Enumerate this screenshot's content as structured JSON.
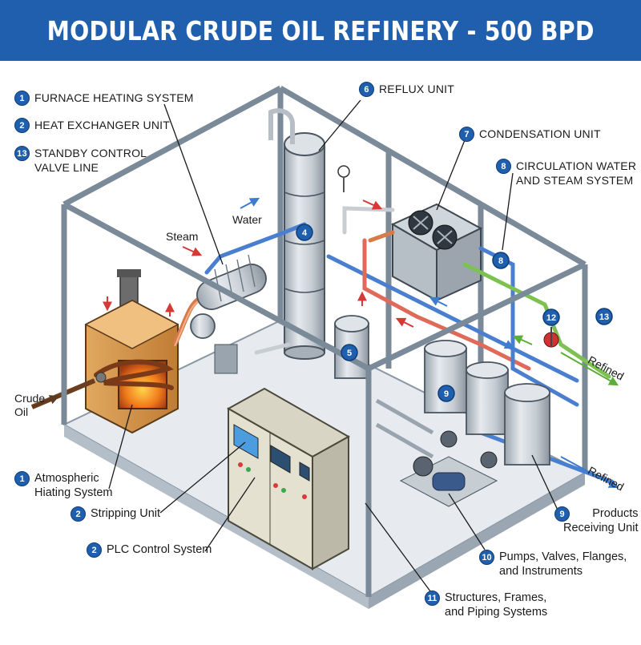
{
  "title": "MODULAR CRUDE OIL REFINERY - 500 BPD",
  "labels": {
    "furnace_heating": {
      "num": "1",
      "text": "FURNACE HEATING SYSTEM"
    },
    "heat_exchanger": {
      "num": "2",
      "text": "HEAT EXCHANGER UNIT"
    },
    "standby_control": {
      "num": "13",
      "line1": "STANDBY CONTROL",
      "line2": "VALVE LINE"
    },
    "reflux": {
      "num": "6",
      "text": "REFLUX UNIT"
    },
    "condensation": {
      "num": "7",
      "text": "CONDENSATION UNIT"
    },
    "circulation": {
      "num": "8",
      "line1": "CIRCULATION WATER",
      "line2": "AND STEAM SYSTEM"
    },
    "atmospheric": {
      "num": "1",
      "line1": "Atmospheric",
      "line2": "Hiating System"
    },
    "stripping": {
      "num": "2",
      "text": "Stripping Unit"
    },
    "plc": {
      "num": "2",
      "text": "PLC Control System"
    },
    "products": {
      "num": "9",
      "line1": "Products",
      "line2": "Receiving Unit"
    },
    "pumps": {
      "num": "10",
      "line1": "Pumps, Valves, Flanges,",
      "line2": "and Instruments"
    },
    "structures": {
      "num": "11",
      "line1": "Structures, Frames,",
      "line2": "and Piping Systems"
    }
  },
  "callouts": {
    "column": "4",
    "reflux_drum": "5",
    "condenser": "8",
    "tanks": "9",
    "valve": "12",
    "frame": "13"
  },
  "flows": {
    "steam": "Steam",
    "water": "Water",
    "crude_line1": "Crude",
    "crude_line2": "Oil",
    "refined_top": "Refined",
    "refined_bottom": "Refined"
  },
  "colors": {
    "banner": "#1f5fae",
    "badge": "#1f5fae",
    "water_pipe": "#4a7fd0",
    "hot_pipe": "#d87a4a",
    "steam_pipe": "#7cc152",
    "frame": "#7b8a99",
    "floor": "#e7ebef"
  }
}
